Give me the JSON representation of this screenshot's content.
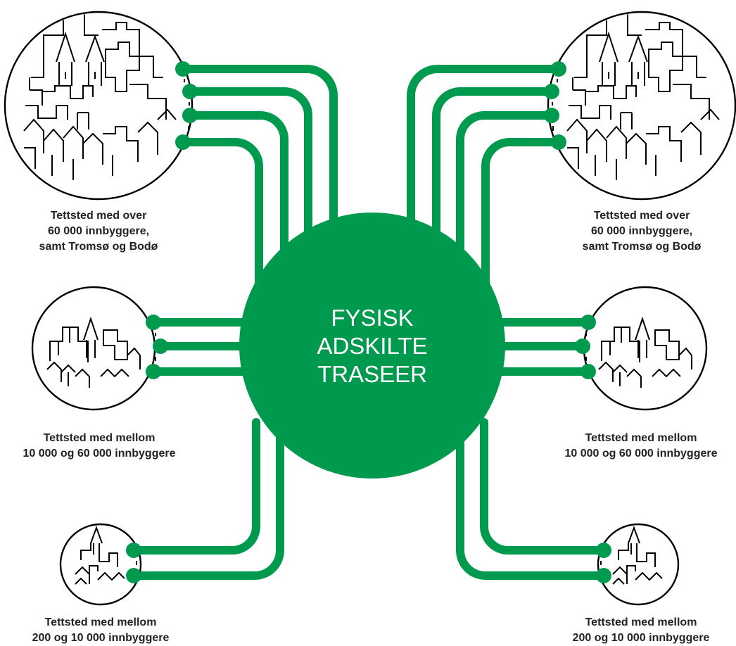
{
  "center": {
    "line1": "FYSISK",
    "line2": "ADSKILTE",
    "line3": "TRASEER"
  },
  "labels": {
    "large_left": {
      "line1": "Tettsted med over",
      "line2": "60 000 innbyggere,",
      "line3": "samt Tromsø og Bodø"
    },
    "large_right": {
      "line1": "Tettsted med over",
      "line2": "60 000 innbyggere,",
      "line3": "samt Tromsø og Bodø"
    },
    "medium_left": {
      "line1": "Tettsted med mellom",
      "line2": "10 000 og 60 000 innbyggere"
    },
    "medium_right": {
      "line1": "Tettsted med mellom",
      "line2": "10 000 og 60 000 innbyggere"
    },
    "small_left": {
      "line1": "Tettsted med mellom",
      "line2": "200 og 10 000 innbyggere"
    },
    "small_right": {
      "line1": "Tettsted med mellom",
      "line2": "200 og 10 000 innbyggere"
    }
  },
  "colors": {
    "route_green": "#009a4e",
    "outline": "#000000",
    "text": "#222222"
  }
}
